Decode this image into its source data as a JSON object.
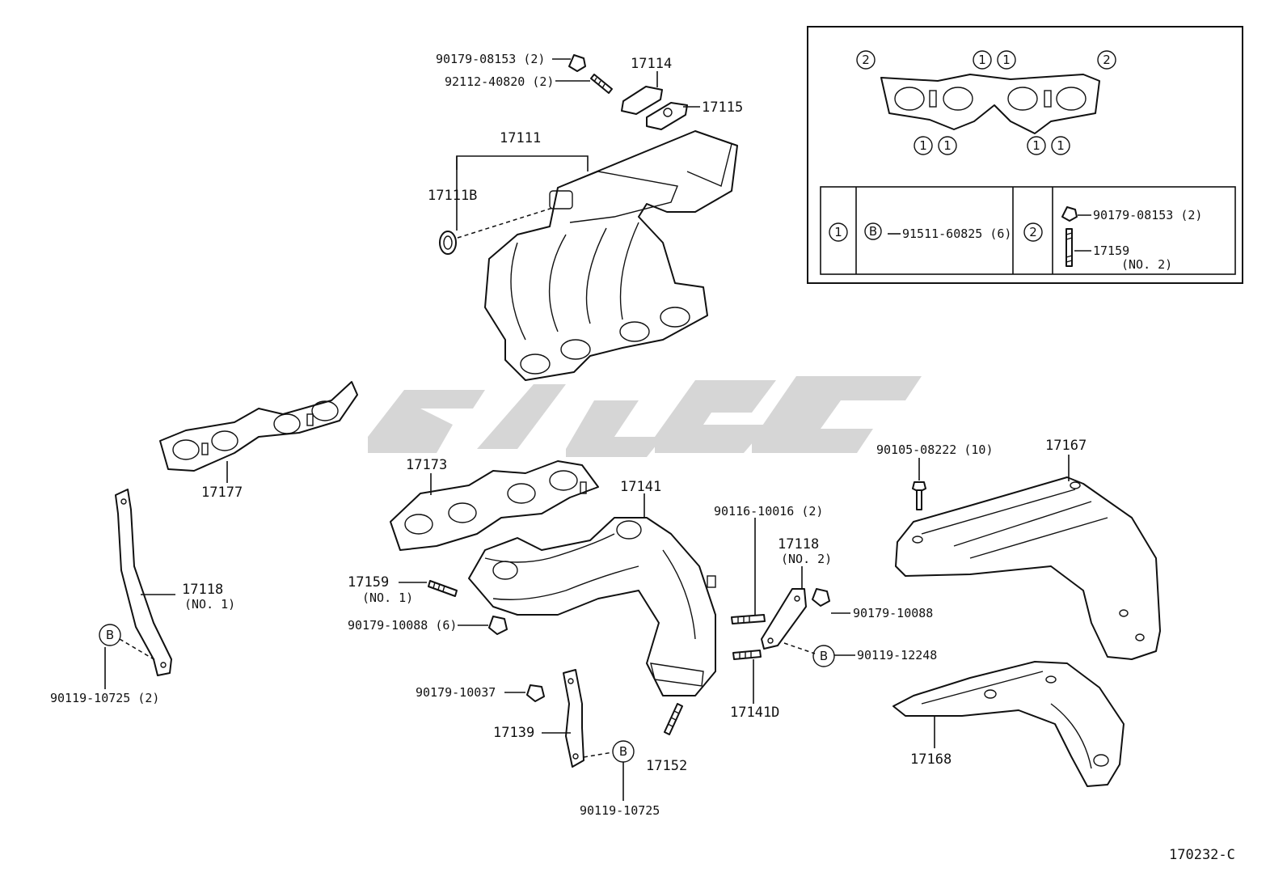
{
  "diagram_code": "170232-C",
  "parts": {
    "p90179_08153_top": "90179-08153 (2)",
    "p92112_40820": "92112-40820 (2)",
    "p17114": "17114",
    "p17115": "17115",
    "p17111": "17111",
    "p17111B": "17111B",
    "p17177": "17177",
    "p17173": "17173",
    "p17141": "17141",
    "p17118_no1": "17118",
    "p17118_no1_sub": "(NO. 1)",
    "p90119_10725_2": "90119-10725 (2)",
    "p17159_no1": "17159",
    "p17159_no1_sub": "(NO. 1)",
    "p90179_10088_6": "90179-10088 (6)",
    "p90179_10037": "90179-10037",
    "p17139": "17139",
    "p90119_10725": "90119-10725",
    "p17152": "17152",
    "p90116_10016": "90116-10016 (2)",
    "p17118_no2": "17118",
    "p17118_no2_sub": "(NO. 2)",
    "p90179_10088": "90179-10088",
    "p90119_12248": "90119-12248",
    "p17141D": "17141D",
    "p90105_08222": "90105-08222 (10)",
    "p17167": "17167",
    "p17168": "17168"
  },
  "markers": {
    "one": "1",
    "two": "2",
    "b": "B"
  },
  "inset": {
    "row1_part": "91511-60825 (6)",
    "row2_part_a": "90179-08153 (2)",
    "row2_part_b": "17159",
    "row2_part_b_sub": "(NO. 2)"
  }
}
